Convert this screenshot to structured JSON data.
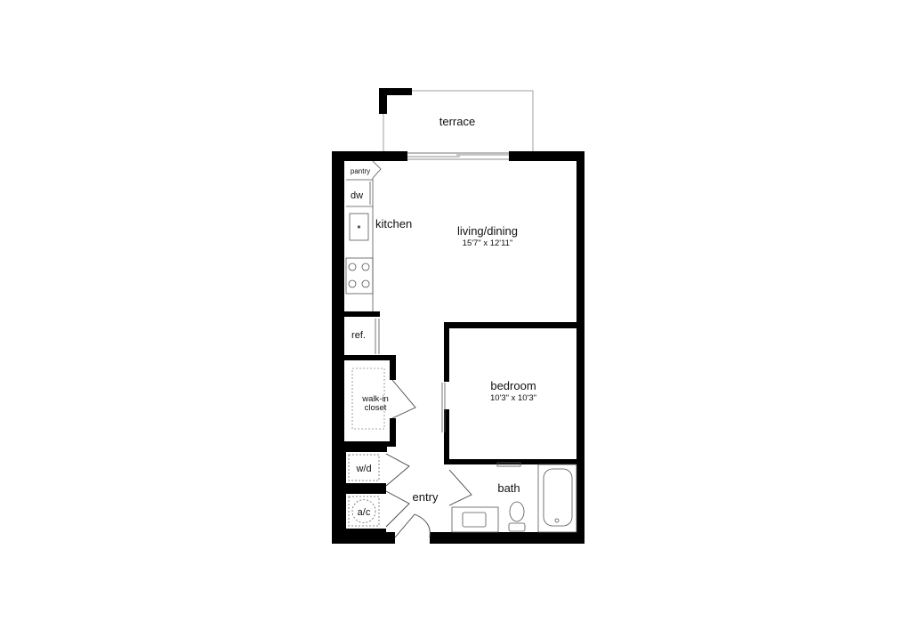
{
  "rooms": {
    "terrace": "terrace",
    "pantry": "pantry",
    "dishwasher": "dw",
    "kitchen": "kitchen",
    "living_dining": "living/dining",
    "living_dining_size": "15'7\" x 12'11\"",
    "refrigerator": "ref.",
    "walk_in_closet_line1": "walk-in",
    "walk_in_closet_line2": "closet",
    "bedroom": "bedroom",
    "bedroom_size": "10'3\" x 10'3\"",
    "washer_dryer": "w/d",
    "air_conditioner": "a/c",
    "entry": "entry",
    "bath": "bath"
  }
}
